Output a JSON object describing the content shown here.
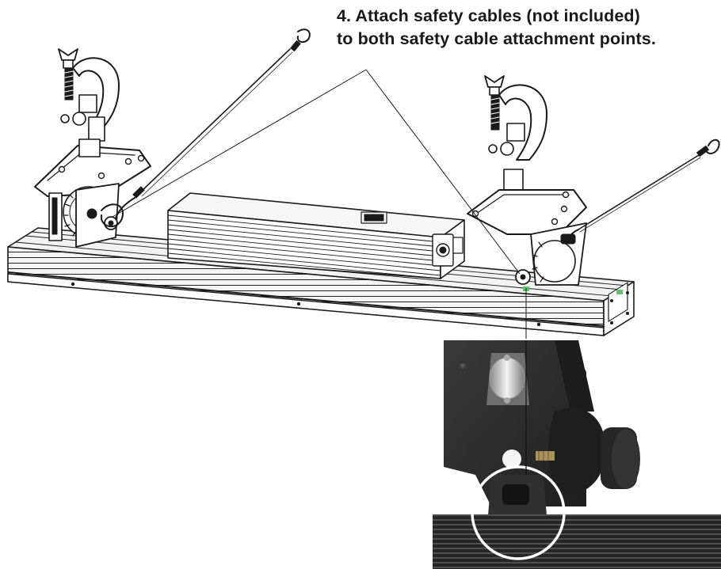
{
  "instruction": {
    "line1": "4. Attach safety cables (not included)",
    "line2": "to both safety cable attachment points."
  },
  "colors": {
    "ink": "#1a1a1a",
    "bar_fill": "#f2f2f2",
    "photo_dark": "#2b2b2b",
    "photo_mid": "#4a4a4a",
    "callout_ring": "#ffffff"
  },
  "icons": {
    "left_clamp": "c-clamp-icon",
    "right_clamp": "c-clamp-icon",
    "driver_box": "power-driver-icon",
    "detail_photo": "attachment-point-photo"
  }
}
